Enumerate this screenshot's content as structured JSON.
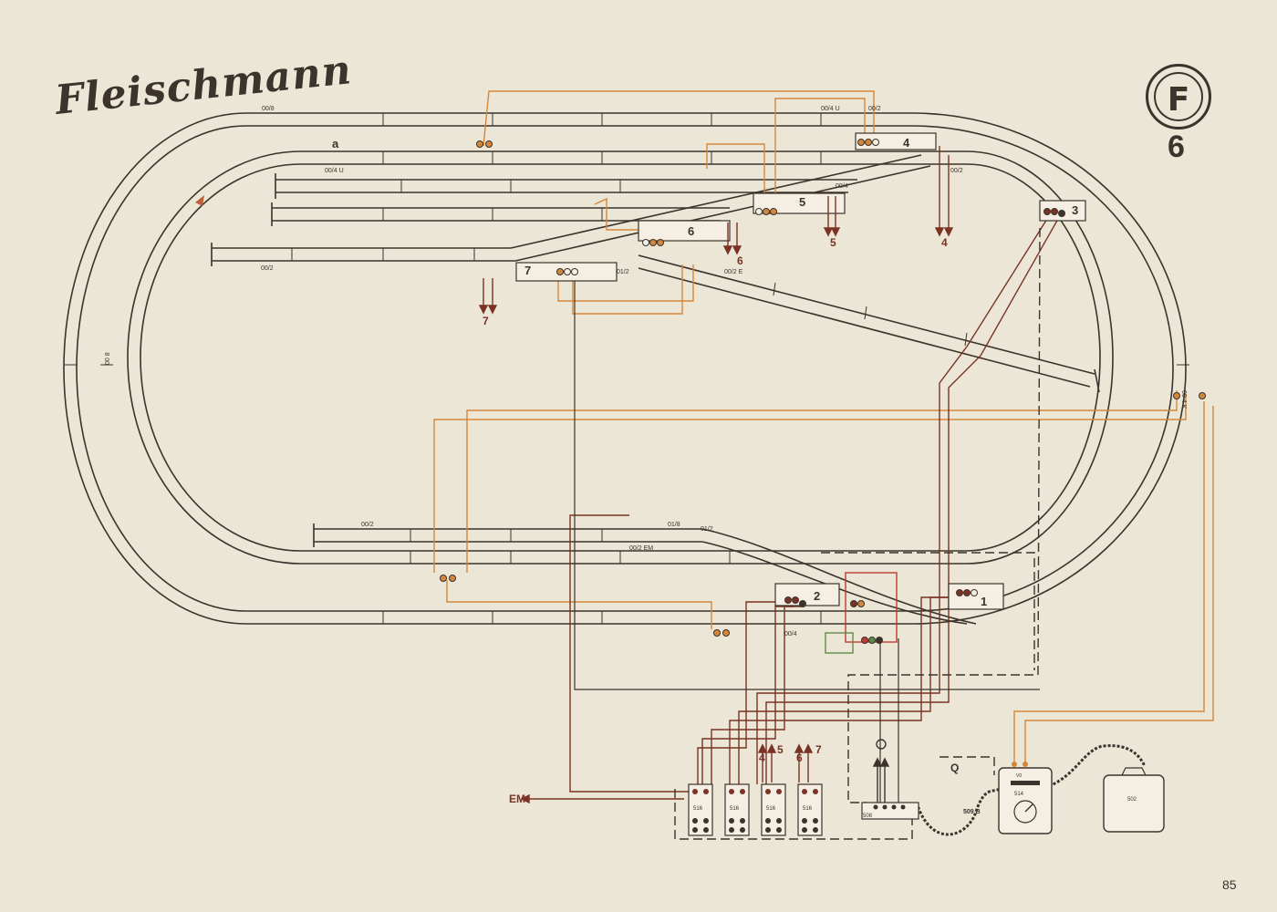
{
  "header": {
    "brand": "Fleischmann",
    "logo_letter": "F",
    "plan_number": "6"
  },
  "footer": {
    "page_number": "85"
  },
  "colors": {
    "track": "#3b332c",
    "orange_wire": "#d4873a",
    "brown_wire": "#7a3324",
    "red_box": "#c03a30",
    "green_box": "#5d8a4d",
    "background": "#ece6d6"
  },
  "track_labels": {
    "top_main": "00/8",
    "top_right": "00/4 U",
    "top_right2": "00/2",
    "siding_a": "a",
    "siding_a_label": "00/4 U",
    "inner_right": "00/4",
    "inner_right2": "00/2",
    "siding3": "00/2",
    "siding4_left": "01/2",
    "siding4_right": "00/2 E",
    "left_side": "00 8",
    "right_side": "00 4 K",
    "bottom_siding": "00/2",
    "bottom_siding_r1": "01/8",
    "bottom_siding_r2": "01/2",
    "bottom_siding_em": "00/2 EM",
    "bottom_main": "00/4"
  },
  "switches": [
    "1",
    "2",
    "3",
    "4",
    "5",
    "6",
    "7"
  ],
  "arrow_labels": {
    "a4": "4",
    "a5": "5",
    "a6": "6",
    "a7": "7",
    "b4": "4",
    "b5": "5",
    "b6": "6",
    "b7": "7",
    "em": "EM",
    "q": "Q"
  },
  "components": {
    "c1": "516",
    "c2": "516",
    "c3": "516",
    "c4": "516",
    "c5": "508",
    "transformer_label": "509 B",
    "transformer_id": "514",
    "transformer_top": "V0",
    "plug_box": "502"
  }
}
